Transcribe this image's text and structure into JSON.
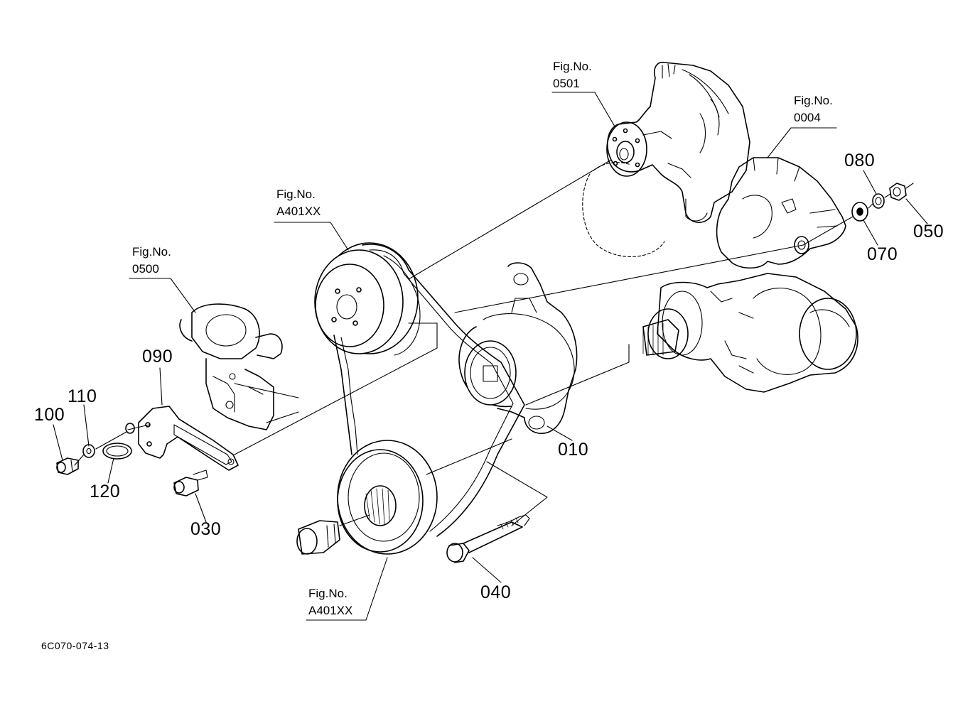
{
  "callouts": {
    "p010": "010",
    "p030": "030",
    "p040": "040",
    "p050": "050",
    "p070": "070",
    "p080": "080",
    "p090": "090",
    "p100": "100",
    "p110": "110",
    "p120": "120"
  },
  "figure_refs": {
    "water_pump": {
      "label": "Fig.No.",
      "number": "0501"
    },
    "gear_case": {
      "label": "Fig.No.",
      "number": "0004"
    },
    "fan_belt_upper": {
      "label": "Fig.No.",
      "number": "A401XX"
    },
    "fan_belt_lower": {
      "label": "Fig.No.",
      "number": "A401XX"
    },
    "thermostat": {
      "label": "Fig.No.",
      "number": "0500"
    }
  },
  "drawing_code": "6C070-074-13",
  "icons": {
    "water_pump": "water-pump-drawing",
    "gear_case": "gear-case-drawing",
    "fan_pulley": "fan-pulley-drawing",
    "crank_pulley": "crank-pulley-drawing",
    "alternator": "alternator-drawing",
    "starter": "starter-motor-drawing",
    "thermostat": "thermostat-housing-drawing",
    "bracket": "alternator-bracket-drawing"
  }
}
